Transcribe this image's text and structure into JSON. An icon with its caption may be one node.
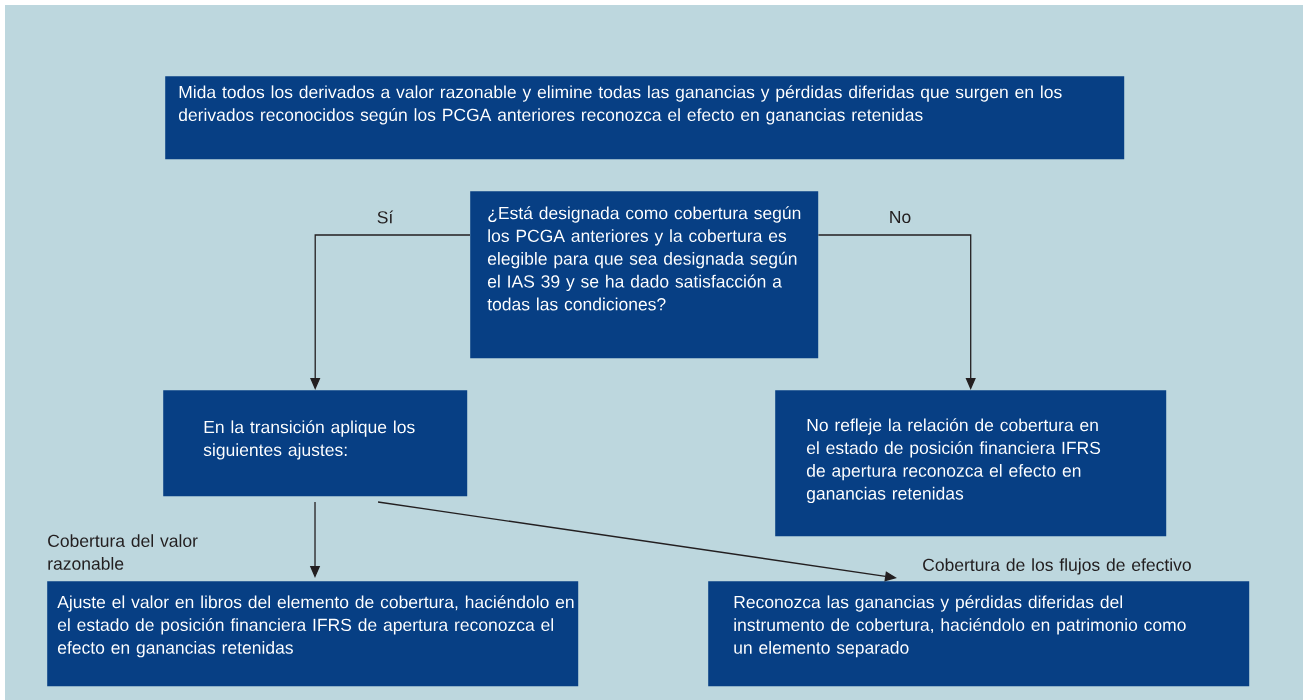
{
  "diagram": {
    "nodes": [
      {
        "text": [
          "Mida todos los derivados a valor razonable y elimine todas las ganancias y pérdidas diferidas que surgen en los derivados reconocidos según los PCGA anteriores  reconozca el efecto en ganancias retenidas"
        ]
      },
      {
        "text": [
          "¿Está designada como cobertura según los PCGA anteriores y la cobertura es elegible para que sea designada según el IAS 39 y se ha dado satisfacción a todas las condiciones?"
        ]
      },
      {
        "text": [
          "En la transición aplique los siguientes ajustes:"
        ]
      },
      {
        "text": [
          "No refleje la relación de cobertura en el estado de posición financiera IFRS de apertura  reconozca el efecto en ganancias retenidas"
        ]
      },
      {
        "text": [
          "Ajuste el valor en libros del elemento de cobertura, haciéndolo en el estado de posición financiera IFRS de apertura  reconozca el efecto en ganancias retenidas"
        ],
        "beside": [
          "Cobertura del valor razonable"
        ]
      },
      {
        "text": [
          "Reconozca las ganancias y pérdidas diferidas del instrumento de cobertura, haciéndolo en patrimonio como un elemento separado"
        ],
        "beside": [
          "Cobertura de los flujos de efectivo"
        ]
      }
    ],
    "edges": [
      {
        "from": 1,
        "to": 2,
        "arrow": "to",
        "label": "Sí"
      },
      {
        "from": 1,
        "to": 3,
        "arrow": "to",
        "label": "No"
      },
      {
        "from": 2,
        "to": 4,
        "arrow": "to"
      },
      {
        "from": 2,
        "to": 5,
        "arrow": "to"
      }
    ]
  }
}
